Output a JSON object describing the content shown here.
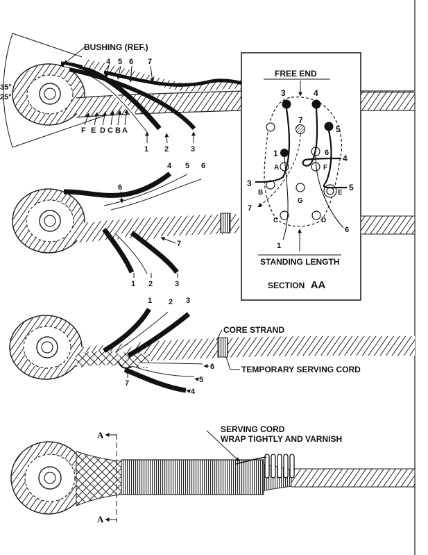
{
  "figure": {
    "angle_label_top": "35°",
    "angle_label_bottom": "25°",
    "step1": {
      "bushing_label": "BUSHING (REF.)",
      "top_strands": [
        "4",
        "5",
        "6",
        "7"
      ],
      "lower_letters": [
        "F",
        "E",
        "D",
        "C",
        "B",
        "A"
      ],
      "tuck_strands": [
        "1",
        "2",
        "3"
      ]
    },
    "step2": {
      "top_strands": [
        "4",
        "5",
        "6"
      ],
      "crossing_strand": "6",
      "core_strand": "7",
      "tuck_strands": [
        "1",
        "2",
        "3"
      ]
    },
    "step3": {
      "top_strands": [
        "1",
        "2",
        "3"
      ],
      "core_strand_label": "CORE STRAND",
      "serving_label": "TEMPORARY SERVING CORD",
      "lower_strands": [
        "6",
        "5",
        "4"
      ],
      "core_number": "7"
    },
    "step4": {
      "serving_label_line1": "SERVING CORD",
      "serving_label_line2": "WRAP TIGHTLY AND VARNISH",
      "section_marker": "A"
    },
    "section": {
      "free_end_label": "FREE END",
      "standing_length_label": "STANDING LENGTH",
      "title_prefix": "SECTION",
      "title_suffix": "AA",
      "top_numbers": [
        "3",
        "4"
      ],
      "center_number": "7",
      "right_number": "5",
      "left_number": "1",
      "inner_number": "6",
      "letters": [
        "A",
        "B",
        "C",
        "D",
        "E",
        "F",
        "G"
      ],
      "exit_numbers": [
        "4",
        "3",
        "5",
        "7",
        "6",
        "1"
      ]
    }
  }
}
